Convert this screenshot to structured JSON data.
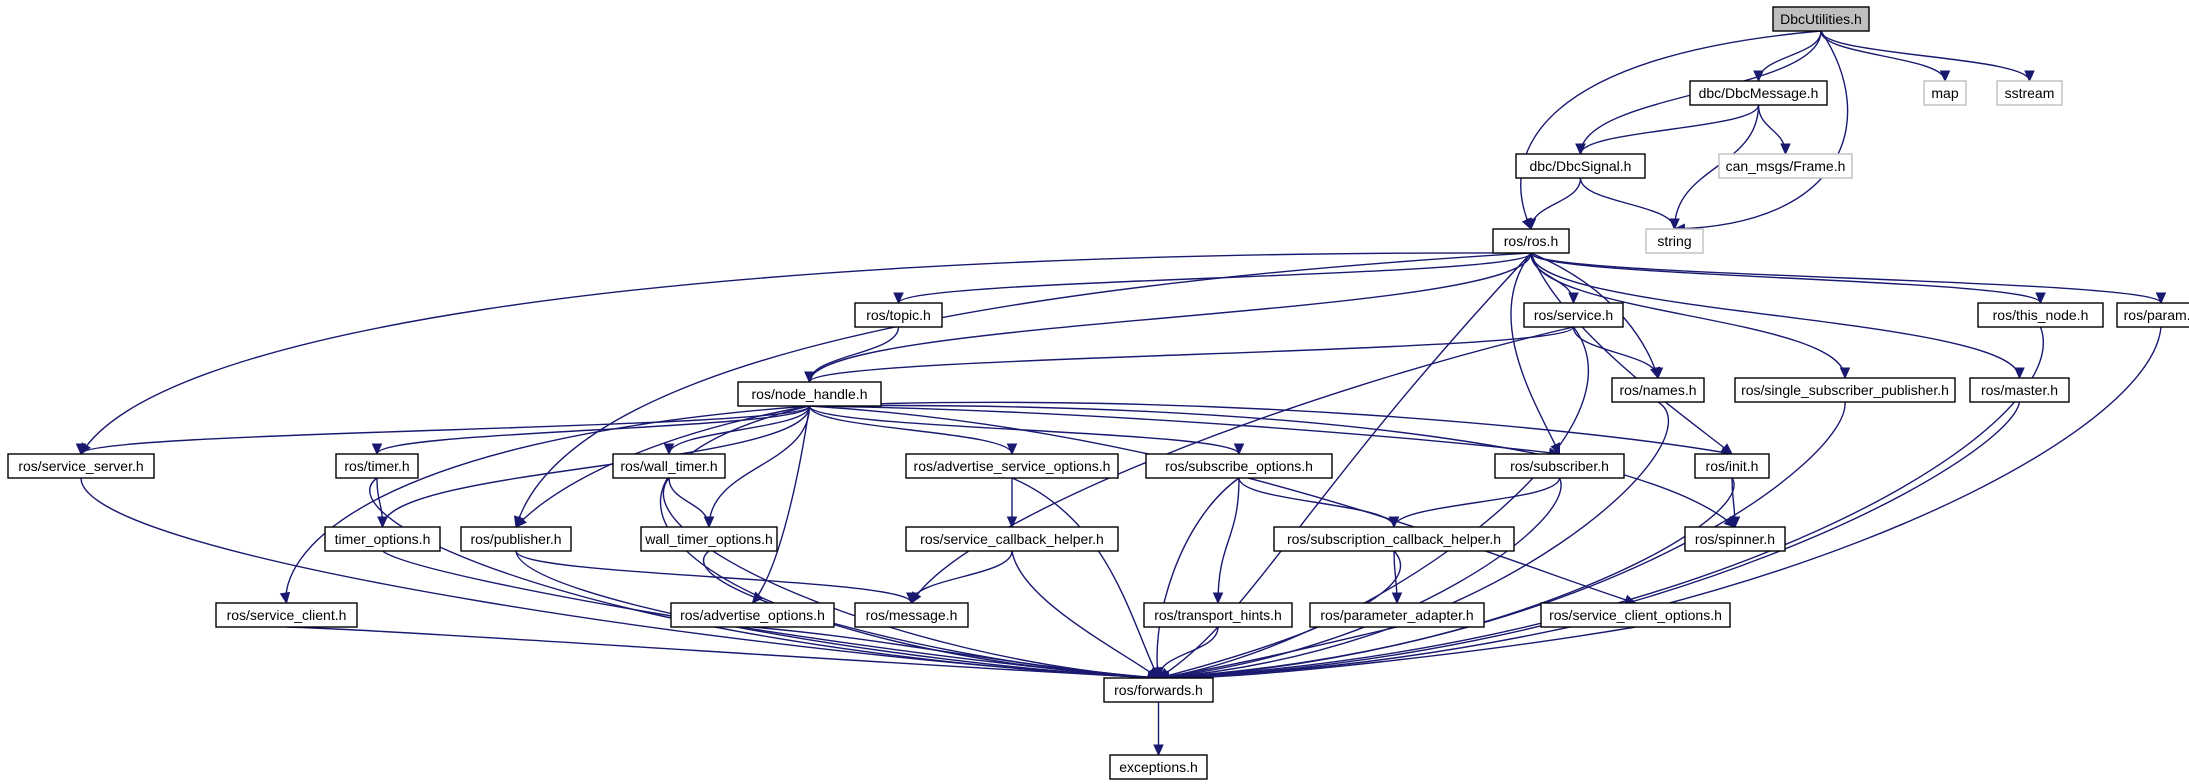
{
  "nodes": [
    {
      "id": "dbc_utilities",
      "label": "DbcUtilities.h",
      "kind": "root"
    },
    {
      "id": "dbc_message",
      "label": "dbc/DbcMessage.h",
      "kind": "internal"
    },
    {
      "id": "map",
      "label": "map",
      "kind": "external"
    },
    {
      "id": "sstream",
      "label": "sstream",
      "kind": "external"
    },
    {
      "id": "dbc_signal",
      "label": "dbc/DbcSignal.h",
      "kind": "internal"
    },
    {
      "id": "can_frame",
      "label": "can_msgs/Frame.h",
      "kind": "external"
    },
    {
      "id": "ros_ros",
      "label": "ros/ros.h",
      "kind": "internal"
    },
    {
      "id": "string",
      "label": "string",
      "kind": "external"
    },
    {
      "id": "topic",
      "label": "ros/topic.h",
      "kind": "internal"
    },
    {
      "id": "service",
      "label": "ros/service.h",
      "kind": "internal"
    },
    {
      "id": "this_node",
      "label": "ros/this_node.h",
      "kind": "internal"
    },
    {
      "id": "param",
      "label": "ros/param.h",
      "kind": "internal"
    },
    {
      "id": "node_handle",
      "label": "ros/node_handle.h",
      "kind": "internal"
    },
    {
      "id": "names",
      "label": "ros/names.h",
      "kind": "internal"
    },
    {
      "id": "single_pub",
      "label": "ros/single_subscriber_publisher.h",
      "kind": "internal"
    },
    {
      "id": "master",
      "label": "ros/master.h",
      "kind": "internal"
    },
    {
      "id": "service_server",
      "label": "ros/service_server.h",
      "kind": "internal"
    },
    {
      "id": "timer",
      "label": "ros/timer.h",
      "kind": "internal"
    },
    {
      "id": "wall_timer",
      "label": "ros/wall_timer.h",
      "kind": "internal"
    },
    {
      "id": "adv_srv_opts",
      "label": "ros/advertise_service_options.h",
      "kind": "internal"
    },
    {
      "id": "sub_opts",
      "label": "ros/subscribe_options.h",
      "kind": "internal"
    },
    {
      "id": "subscriber",
      "label": "ros/subscriber.h",
      "kind": "internal"
    },
    {
      "id": "init",
      "label": "ros/init.h",
      "kind": "internal"
    },
    {
      "id": "timer_opts",
      "label": "timer_options.h",
      "kind": "internal"
    },
    {
      "id": "publisher",
      "label": "ros/publisher.h",
      "kind": "internal"
    },
    {
      "id": "wall_timer_opts",
      "label": "wall_timer_options.h",
      "kind": "internal"
    },
    {
      "id": "srv_cb_helper",
      "label": "ros/service_callback_helper.h",
      "kind": "internal"
    },
    {
      "id": "sub_cb_helper",
      "label": "ros/subscription_callback_helper.h",
      "kind": "internal"
    },
    {
      "id": "spinner",
      "label": "ros/spinner.h",
      "kind": "internal"
    },
    {
      "id": "service_client",
      "label": "ros/service_client.h",
      "kind": "internal"
    },
    {
      "id": "adv_opts",
      "label": "ros/advertise_options.h",
      "kind": "internal"
    },
    {
      "id": "message",
      "label": "ros/message.h",
      "kind": "internal"
    },
    {
      "id": "transport_hints",
      "label": "ros/transport_hints.h",
      "kind": "internal"
    },
    {
      "id": "param_adapter",
      "label": "ros/parameter_adapter.h",
      "kind": "internal"
    },
    {
      "id": "srv_client_opts",
      "label": "ros/service_client_options.h",
      "kind": "internal"
    },
    {
      "id": "forwards",
      "label": "ros/forwards.h",
      "kind": "internal"
    },
    {
      "id": "exceptions",
      "label": "exceptions.h",
      "kind": "internal"
    }
  ],
  "edges": [
    [
      "dbc_utilities",
      "dbc_message"
    ],
    [
      "dbc_utilities",
      "map"
    ],
    [
      "dbc_utilities",
      "sstream"
    ],
    [
      "dbc_utilities",
      "dbc_signal"
    ],
    [
      "dbc_utilities",
      "ros_ros"
    ],
    [
      "dbc_utilities",
      "string"
    ],
    [
      "dbc_message",
      "dbc_signal"
    ],
    [
      "dbc_message",
      "can_frame"
    ],
    [
      "dbc_message",
      "string"
    ],
    [
      "dbc_signal",
      "ros_ros"
    ],
    [
      "dbc_signal",
      "string"
    ],
    [
      "ros_ros",
      "topic"
    ],
    [
      "ros_ros",
      "service"
    ],
    [
      "ros_ros",
      "this_node"
    ],
    [
      "ros_ros",
      "param"
    ],
    [
      "ros_ros",
      "node_handle"
    ],
    [
      "ros_ros",
      "names"
    ],
    [
      "ros_ros",
      "single_pub"
    ],
    [
      "ros_ros",
      "master"
    ],
    [
      "ros_ros",
      "service_server"
    ],
    [
      "ros_ros",
      "publisher"
    ],
    [
      "ros_ros",
      "subscriber"
    ],
    [
      "ros_ros",
      "init"
    ],
    [
      "ros_ros",
      "forwards"
    ],
    [
      "topic",
      "node_handle"
    ],
    [
      "service",
      "node_handle"
    ],
    [
      "service",
      "names"
    ],
    [
      "service",
      "message"
    ],
    [
      "service",
      "forwards"
    ],
    [
      "this_node",
      "forwards"
    ],
    [
      "param",
      "forwards"
    ],
    [
      "names",
      "forwards"
    ],
    [
      "single_pub",
      "forwards"
    ],
    [
      "master",
      "forwards"
    ],
    [
      "node_handle",
      "service_server"
    ],
    [
      "node_handle",
      "timer"
    ],
    [
      "node_handle",
      "wall_timer"
    ],
    [
      "node_handle",
      "adv_srv_opts"
    ],
    [
      "node_handle",
      "sub_opts"
    ],
    [
      "node_handle",
      "subscriber"
    ],
    [
      "node_handle",
      "init"
    ],
    [
      "node_handle",
      "timer_opts"
    ],
    [
      "node_handle",
      "publisher"
    ],
    [
      "node_handle",
      "wall_timer_opts"
    ],
    [
      "node_handle",
      "spinner"
    ],
    [
      "node_handle",
      "service_client"
    ],
    [
      "node_handle",
      "adv_opts"
    ],
    [
      "node_handle",
      "srv_client_opts"
    ],
    [
      "node_handle",
      "forwards"
    ],
    [
      "service_server",
      "forwards"
    ],
    [
      "timer",
      "timer_opts"
    ],
    [
      "timer",
      "forwards"
    ],
    [
      "wall_timer",
      "wall_timer_opts"
    ],
    [
      "wall_timer",
      "forwards"
    ],
    [
      "adv_srv_opts",
      "srv_cb_helper"
    ],
    [
      "adv_srv_opts",
      "forwards"
    ],
    [
      "sub_opts",
      "sub_cb_helper"
    ],
    [
      "sub_opts",
      "transport_hints"
    ],
    [
      "sub_opts",
      "forwards"
    ],
    [
      "subscriber",
      "sub_cb_helper"
    ],
    [
      "subscriber",
      "forwards"
    ],
    [
      "init",
      "spinner"
    ],
    [
      "init",
      "forwards"
    ],
    [
      "timer_opts",
      "forwards"
    ],
    [
      "publisher",
      "message"
    ],
    [
      "publisher",
      "forwards"
    ],
    [
      "wall_timer_opts",
      "forwards"
    ],
    [
      "srv_cb_helper",
      "message"
    ],
    [
      "srv_cb_helper",
      "forwards"
    ],
    [
      "sub_cb_helper",
      "param_adapter"
    ],
    [
      "sub_cb_helper",
      "forwards"
    ],
    [
      "service_client",
      "forwards"
    ],
    [
      "adv_opts",
      "forwards"
    ],
    [
      "transport_hints",
      "forwards"
    ],
    [
      "param_adapter",
      "forwards"
    ],
    [
      "srv_client_opts",
      "forwards"
    ],
    [
      "forwards",
      "exceptions"
    ]
  ],
  "colors": {
    "edge": "#191970",
    "root_fill": "#bfbfbf",
    "external_border": "#bfbfbf",
    "node_border": "#000000"
  }
}
